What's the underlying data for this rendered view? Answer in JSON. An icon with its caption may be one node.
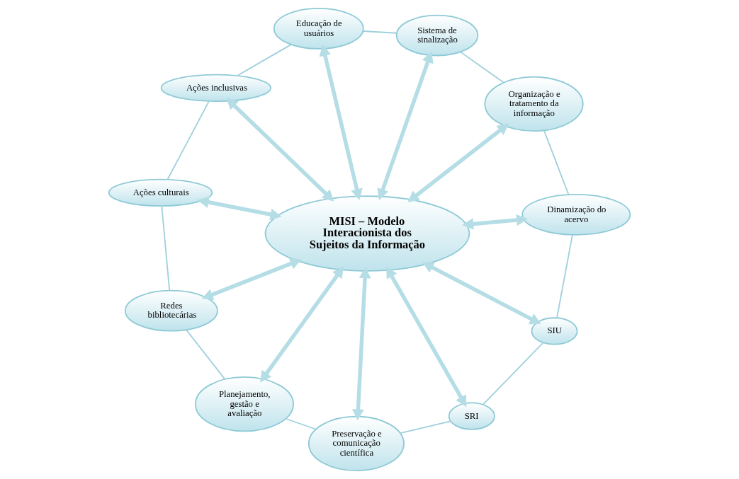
{
  "diagram": {
    "nodes": [
      {
        "text": [
          "MISI – Modelo Interacionista dos Sujeitos da Informação"
        ]
      },
      {
        "text": [
          "Organização e tratamento da informação"
        ]
      },
      {
        "text": [
          "Sistema de sinalização"
        ]
      },
      {
        "text": [
          "Educação de usuários"
        ]
      },
      {
        "text": [
          "Ações inclusivas"
        ]
      },
      {
        "text": [
          "Ações culturais"
        ]
      },
      {
        "text": [
          "Redes bibliotecárias"
        ]
      },
      {
        "text": [
          "Planejamento, gestão e avaliação"
        ]
      },
      {
        "text": [
          "Preservação e comunicação científica"
        ]
      },
      {
        "text": [
          "SRI"
        ]
      },
      {
        "text": [
          "SIU"
        ]
      },
      {
        "text": [
          "Dinamização do acervo"
        ]
      }
    ],
    "edges": [
      {
        "from": 1,
        "to": 2,
        "arrow": "none"
      },
      {
        "from": 2,
        "to": 3,
        "arrow": "none"
      },
      {
        "from": 3,
        "to": 4,
        "arrow": "none"
      },
      {
        "from": 4,
        "to": 5,
        "arrow": "none"
      },
      {
        "from": 5,
        "to": 6,
        "arrow": "none"
      },
      {
        "from": 6,
        "to": 7,
        "arrow": "none"
      },
      {
        "from": 7,
        "to": 8,
        "arrow": "none"
      },
      {
        "from": 8,
        "to": 9,
        "arrow": "none"
      },
      {
        "from": 9,
        "to": 10,
        "arrow": "none"
      },
      {
        "from": 10,
        "to": 11,
        "arrow": "none"
      },
      {
        "from": 11,
        "to": 1,
        "arrow": "none"
      },
      {
        "from": 0,
        "to": 11,
        "arrow": "both",
        "style": "thick"
      },
      {
        "from": 0,
        "to": 1,
        "arrow": "both",
        "style": "thick"
      },
      {
        "from": 0,
        "to": 2,
        "arrow": "both",
        "style": "thick"
      },
      {
        "from": 0,
        "to": 3,
        "arrow": "both",
        "style": "thick"
      },
      {
        "from": 0,
        "to": 4,
        "arrow": "both",
        "style": "thick"
      },
      {
        "from": 0,
        "to": 5,
        "arrow": "both",
        "style": "thick"
      },
      {
        "from": 0,
        "to": 6,
        "arrow": "both",
        "style": "thick"
      },
      {
        "from": 0,
        "to": 7,
        "arrow": "both",
        "style": "thick"
      },
      {
        "from": 0,
        "to": 8,
        "arrow": "both",
        "style": "thick"
      },
      {
        "from": 0,
        "to": 9,
        "arrow": "both",
        "style": "thick"
      },
      {
        "from": 0,
        "to": 10,
        "arrow": "both",
        "style": "thick"
      }
    ]
  }
}
